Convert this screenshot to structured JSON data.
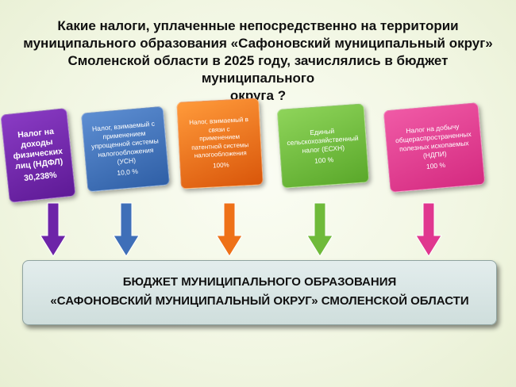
{
  "title": "Какие налоги, уплаченные непосредственно на территории\nмуниципального образования «Сафоновский муниципальный округ»\nСмоленской области в 2025 году, зачислялись  в бюджет муниципального\nокруга ?",
  "cards": [
    {
      "name": "Налог на\nдоходы\nфизических\nлиц (НДФЛ)",
      "value": "30,238%",
      "color": "#6d24a8"
    },
    {
      "name": "Налог, взимаемый с\nприменением\nупрощенной системы\nналогообложения\n(УСН)",
      "value": "10,0 %",
      "color": "#3f6fb8"
    },
    {
      "name": "Налог, взимаемый в\nсвязи с\nприменением\nпатентной системы\nналогообложения",
      "value": "100%",
      "color": "#ee7118"
    },
    {
      "name": "Единый\nсельскохозяйственный\nналог (ЕСХН)",
      "value": "100 %",
      "color": "#6fba3a"
    },
    {
      "name": "Налог на добычу\nобщераспространенных\nполезных ископаемых\n(НДПИ)",
      "value": "100 %",
      "color": "#e0378f"
    }
  ],
  "budget": {
    "line1": "БЮДЖЕТ МУНИЦИПАЛЬНОГО ОБРАЗОВАНИЯ",
    "line2": "«САФОНОВСКИЙ МУНИЦИПАЛЬНЫЙ ОКРУГ» СМОЛЕНСКОЙ ОБЛАСТИ"
  }
}
